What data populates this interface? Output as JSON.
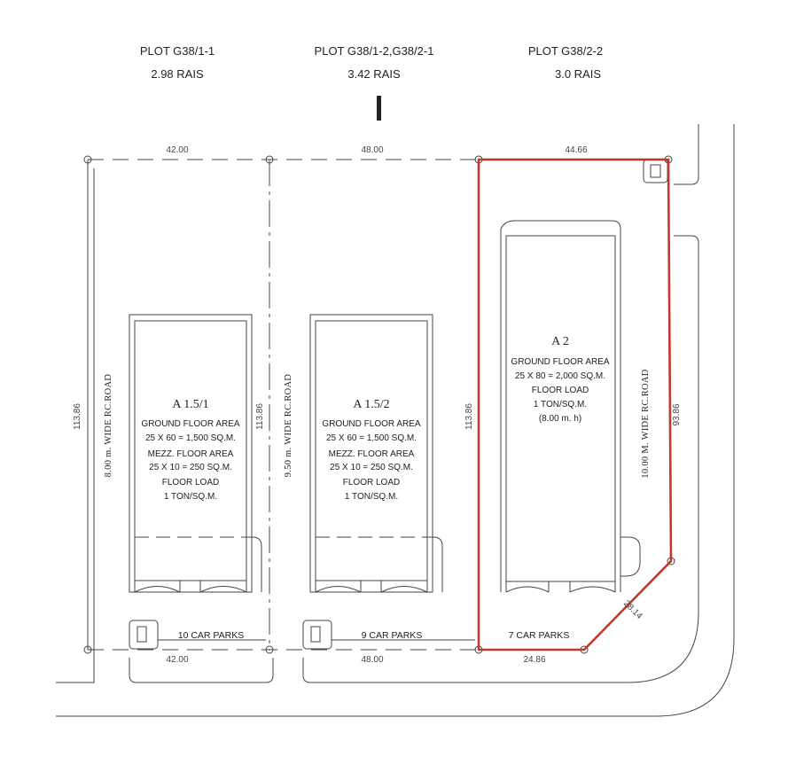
{
  "header": {
    "plots": [
      {
        "name": "PLOT G38/1-1",
        "area": "2.98 RAIS"
      },
      {
        "name": "PLOT G38/1-2,G38/2-1",
        "area": "3.42 RAIS"
      },
      {
        "name": "PLOT G38/2-2",
        "area": "3.0 RAIS"
      }
    ]
  },
  "dimensions": {
    "top_a": "42.00",
    "top_b": "48.00",
    "top_c": "44.66",
    "bottom_a": "42.00",
    "bottom_b": "48.00",
    "bottom_c": "24.86",
    "diagonal": "28.14",
    "left_side": "113.86",
    "mid_a": "113.86",
    "mid_b": "113.86",
    "right_side": "93.86"
  },
  "roads": {
    "left": "8.00 m. WIDE RC.ROAD",
    "middle": "9.50 m. WIDE RC.ROAD",
    "right": "10.00 M. WIDE RC.ROAD"
  },
  "buildings": [
    {
      "title": "A 1.5/1",
      "lines": [
        "GROUND FLOOR AREA",
        "25 X 60 = 1,500 SQ.M.",
        "MEZZ. FLOOR AREA",
        "25 X 10 = 250 SQ.M.",
        "FLOOR LOAD",
        "1 TON/SQ.M."
      ]
    },
    {
      "title": "A 1.5/2",
      "lines": [
        "GROUND FLOOR AREA",
        "25 X 60 = 1,500 SQ.M.",
        "MEZZ. FLOOR AREA",
        "25 X 10 = 250 SQ.M.",
        "FLOOR LOAD",
        "1 TON/SQ.M."
      ]
    },
    {
      "title": "A 2",
      "lines": [
        "GROUND FLOOR AREA",
        "25 X 80 = 2,000 SQ.M.",
        "FLOOR LOAD",
        "1 TON/SQ.M.",
        "(8.00 m. h)"
      ]
    }
  ],
  "parking": {
    "a": "10 CAR PARKS",
    "b": "9 CAR PARKS",
    "c": "7 CAR PARKS"
  },
  "colors": {
    "highlight": "#c0392b",
    "linework": "#444444"
  }
}
